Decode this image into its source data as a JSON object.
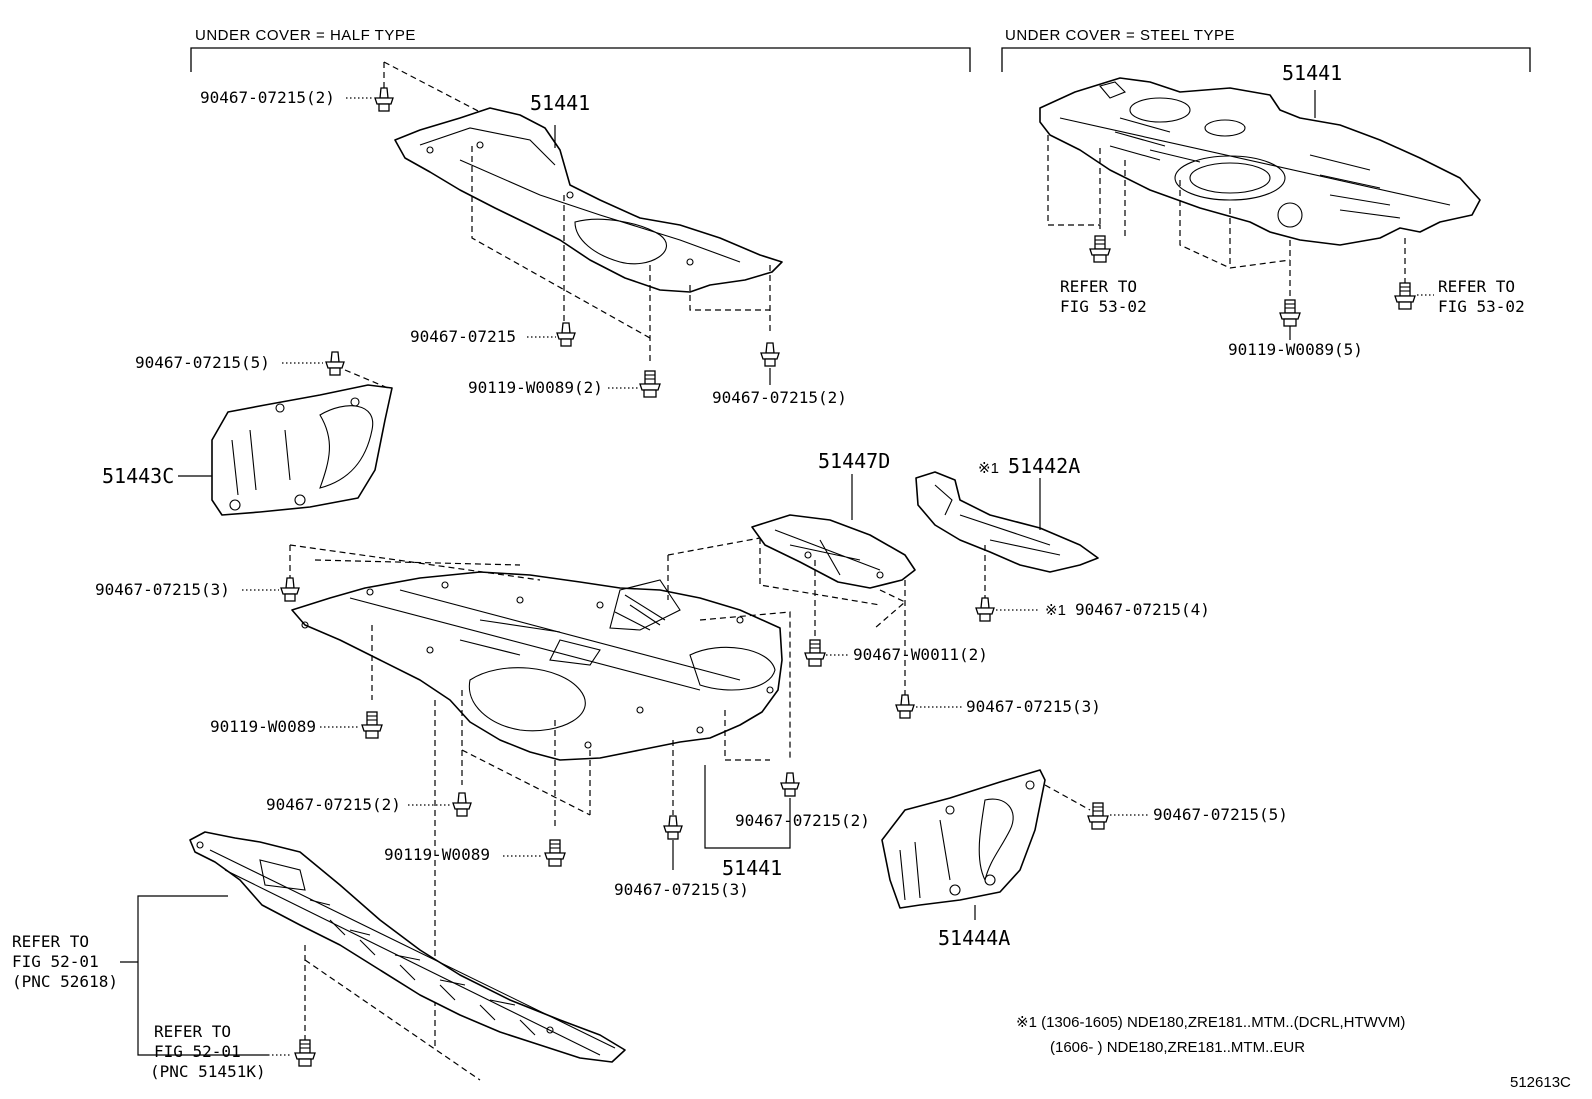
{
  "headers": {
    "half_type": "UNDER COVER = HALF TYPE",
    "steel_type": "UNDER COVER = STEEL TYPE"
  },
  "parts": {
    "p51441_top": "51441",
    "p51441_steel": "51441",
    "p51443c": "51443C",
    "p51447d": "51447D",
    "p51442a": "51442A",
    "p51441_mid": "51441",
    "p51444a": "51444A"
  },
  "fasteners": {
    "f1": "90467-07215(2)",
    "f2": "90467-07215",
    "f3": "90467-07215(5)",
    "f4": "90119-W0089(2)",
    "f5": "90467-07215(2)",
    "f6": "90119-W0089(5)",
    "f7": "90467-07215(3)",
    "f8": "90467-W0011(2)",
    "f9": "90467-07215(4)",
    "f10": "90467-07215(3)",
    "f11": "90119-W0089",
    "f12": "90467-07215(2)",
    "f13": "90119-W0089",
    "f14": "90467-07215(2)",
    "f15": "90467-07215(3)",
    "f16": "90467-07215(5)"
  },
  "marks": {
    "m1": "※1",
    "m2": "※1"
  },
  "refs": {
    "r1_line1": "REFER TO",
    "r1_line2": "FIG 53-02",
    "r2_line1": "REFER TO",
    "r2_line2": "FIG 53-02",
    "r3_line1": "REFER TO",
    "r3_line2": "FIG 52-01",
    "r3_line3": "(PNC 52618)",
    "r4_line1": "REFER TO",
    "r4_line2": "FIG 52-01",
    "r4_line3": "(PNC 51451K)"
  },
  "notes": {
    "n1": "※1 (1306-1605) NDE180,ZRE181..MTM..(DCRL,HTWVM)",
    "n2": "(1606-        ) NDE180,ZRE181..MTM..EUR"
  },
  "figure_code": "512613C"
}
